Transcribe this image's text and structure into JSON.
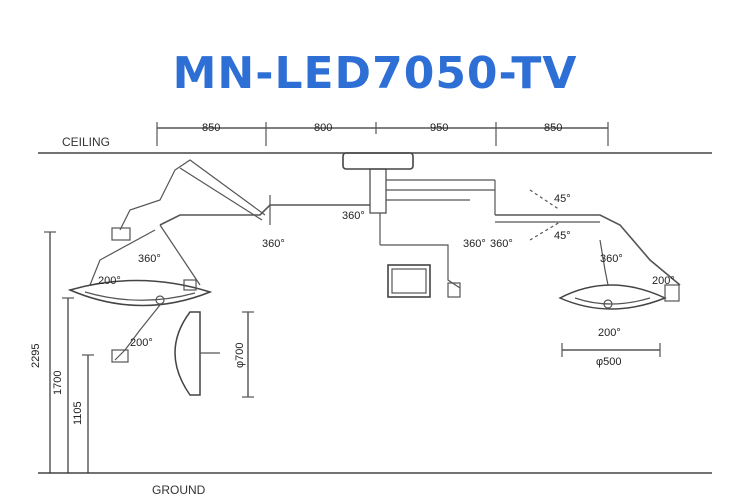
{
  "title": "MN-LED7050-TV",
  "ceiling_label": "CEILING",
  "ground_label": "GROUND",
  "dims": {
    "top": [
      "850",
      "800",
      "950",
      "850"
    ],
    "height_total": "2295",
    "height_mid": "1700",
    "height_low": "1105",
    "head_diameter_left": "φ700",
    "head_diameter_right": "φ500"
  },
  "angles": {
    "rot_center": "360°",
    "rot_left_arm": "360°",
    "rot_left_joint": "360°",
    "rot_right_a": "360°",
    "rot_right_b": "360°",
    "rot_right_joint": "360°",
    "tilt_up": "45°",
    "tilt_down": "45°",
    "left_head": "200°",
    "left_small_head": "200°",
    "right_head": "200°",
    "right_head_bottom": "200°"
  }
}
